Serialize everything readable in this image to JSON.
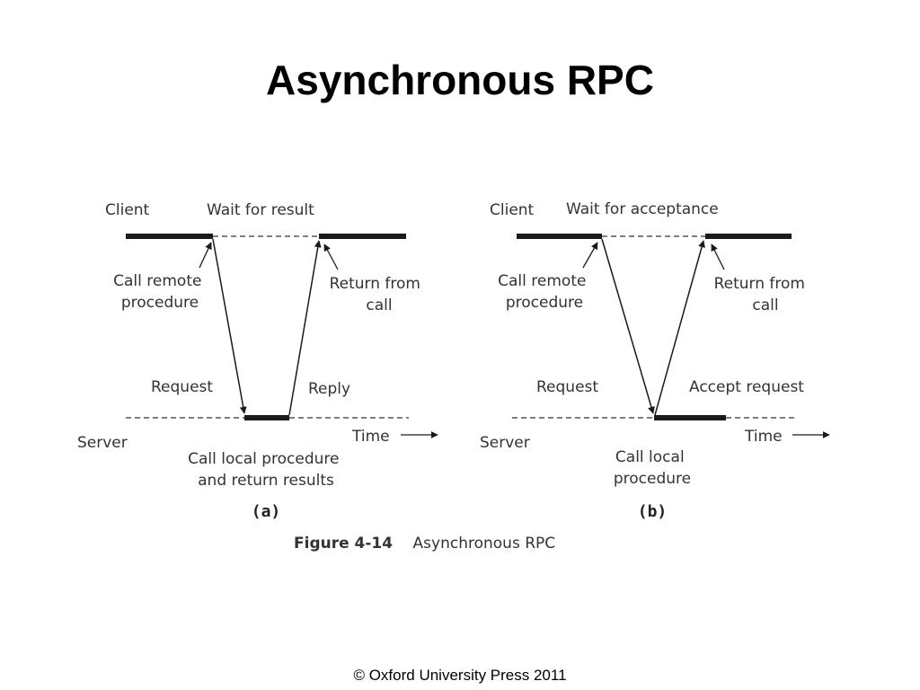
{
  "title": "Asynchronous RPC",
  "panel_a": {
    "client": "Client",
    "wait": "Wait for result",
    "call_remote": [
      "Call remote",
      "procedure"
    ],
    "return_from": [
      "Return from",
      "call"
    ],
    "request": "Request",
    "reply": "Reply",
    "server": "Server",
    "time": "Time",
    "call_local": [
      "Call local procedure",
      "and return results"
    ],
    "label": "(a)"
  },
  "panel_b": {
    "client": "Client",
    "wait": "Wait for acceptance",
    "call_remote": [
      "Call remote",
      "procedure"
    ],
    "return_from": [
      "Return from",
      "call"
    ],
    "request": "Request",
    "accept": "Accept request",
    "server": "Server",
    "time": "Time",
    "call_local": [
      "Call local",
      "procedure"
    ],
    "label": "(b)"
  },
  "caption": {
    "number": "Figure 4-14",
    "text": "Asynchronous RPC"
  },
  "footer": "© Oxford University Press 2011",
  "colors": {
    "line": "#1a1a1a",
    "text": "#333333",
    "title": "#000000"
  }
}
